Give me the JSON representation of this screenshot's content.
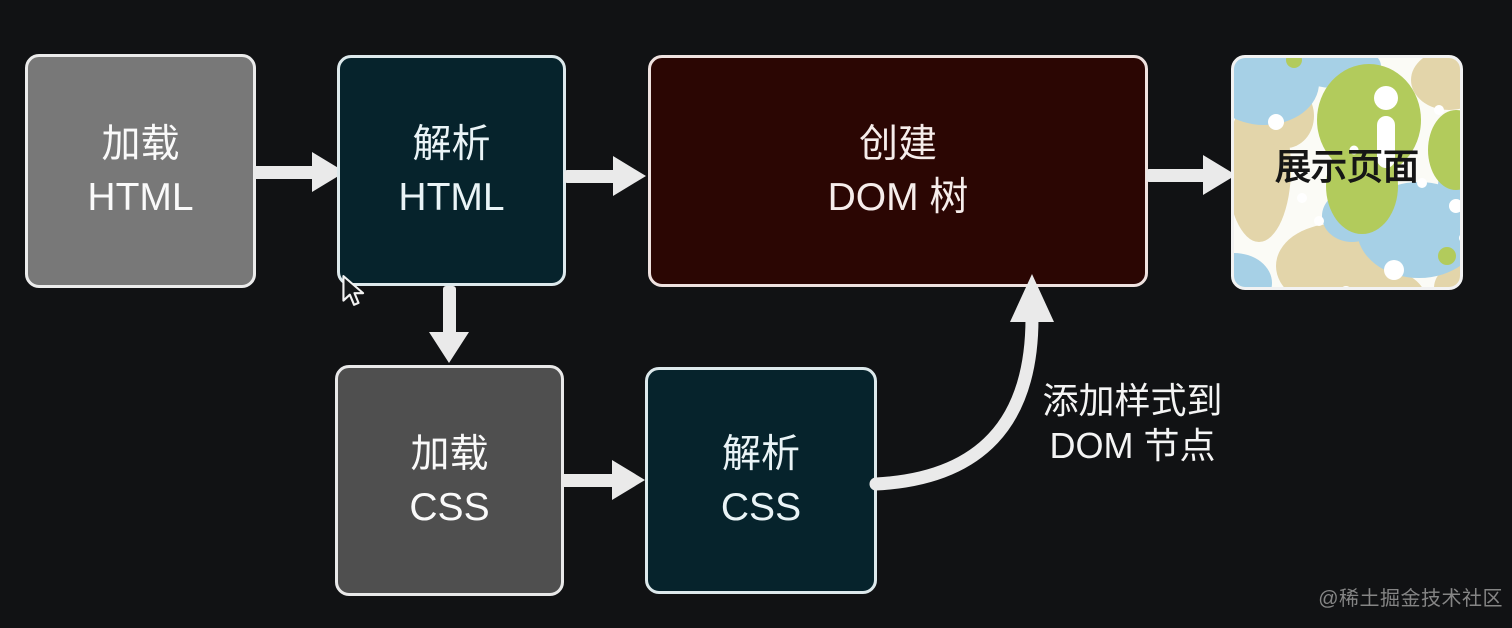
{
  "diagram": {
    "nodes": [
      {
        "id": "load-html",
        "line1": "加载",
        "line2": "HTML"
      },
      {
        "id": "parse-html",
        "line1": "解析",
        "line2": "HTML"
      },
      {
        "id": "create-dom",
        "line1": "创建",
        "line2": "DOM 树"
      },
      {
        "id": "display-page",
        "label": "展示页面"
      },
      {
        "id": "load-css",
        "line1": "加载",
        "line2": "CSS"
      },
      {
        "id": "parse-css",
        "line1": "解析",
        "line2": "CSS"
      }
    ],
    "annotation": {
      "line1": "添加样式到",
      "line2": "DOM 节点"
    },
    "colors": {
      "background": "#111214",
      "node_gray_light": "#787878",
      "node_gray_dark": "#4f4f4f",
      "node_teal": "#06232c",
      "node_maroon": "#2b0603",
      "border_light": "#e9e9e9",
      "arrow": "#eaeaea",
      "pattern_blue": "#a6d0e6",
      "pattern_green": "#b2cb5c",
      "pattern_tan": "#e3d5aa"
    }
  },
  "watermark": {
    "text": "@稀土掘金技术社区"
  }
}
